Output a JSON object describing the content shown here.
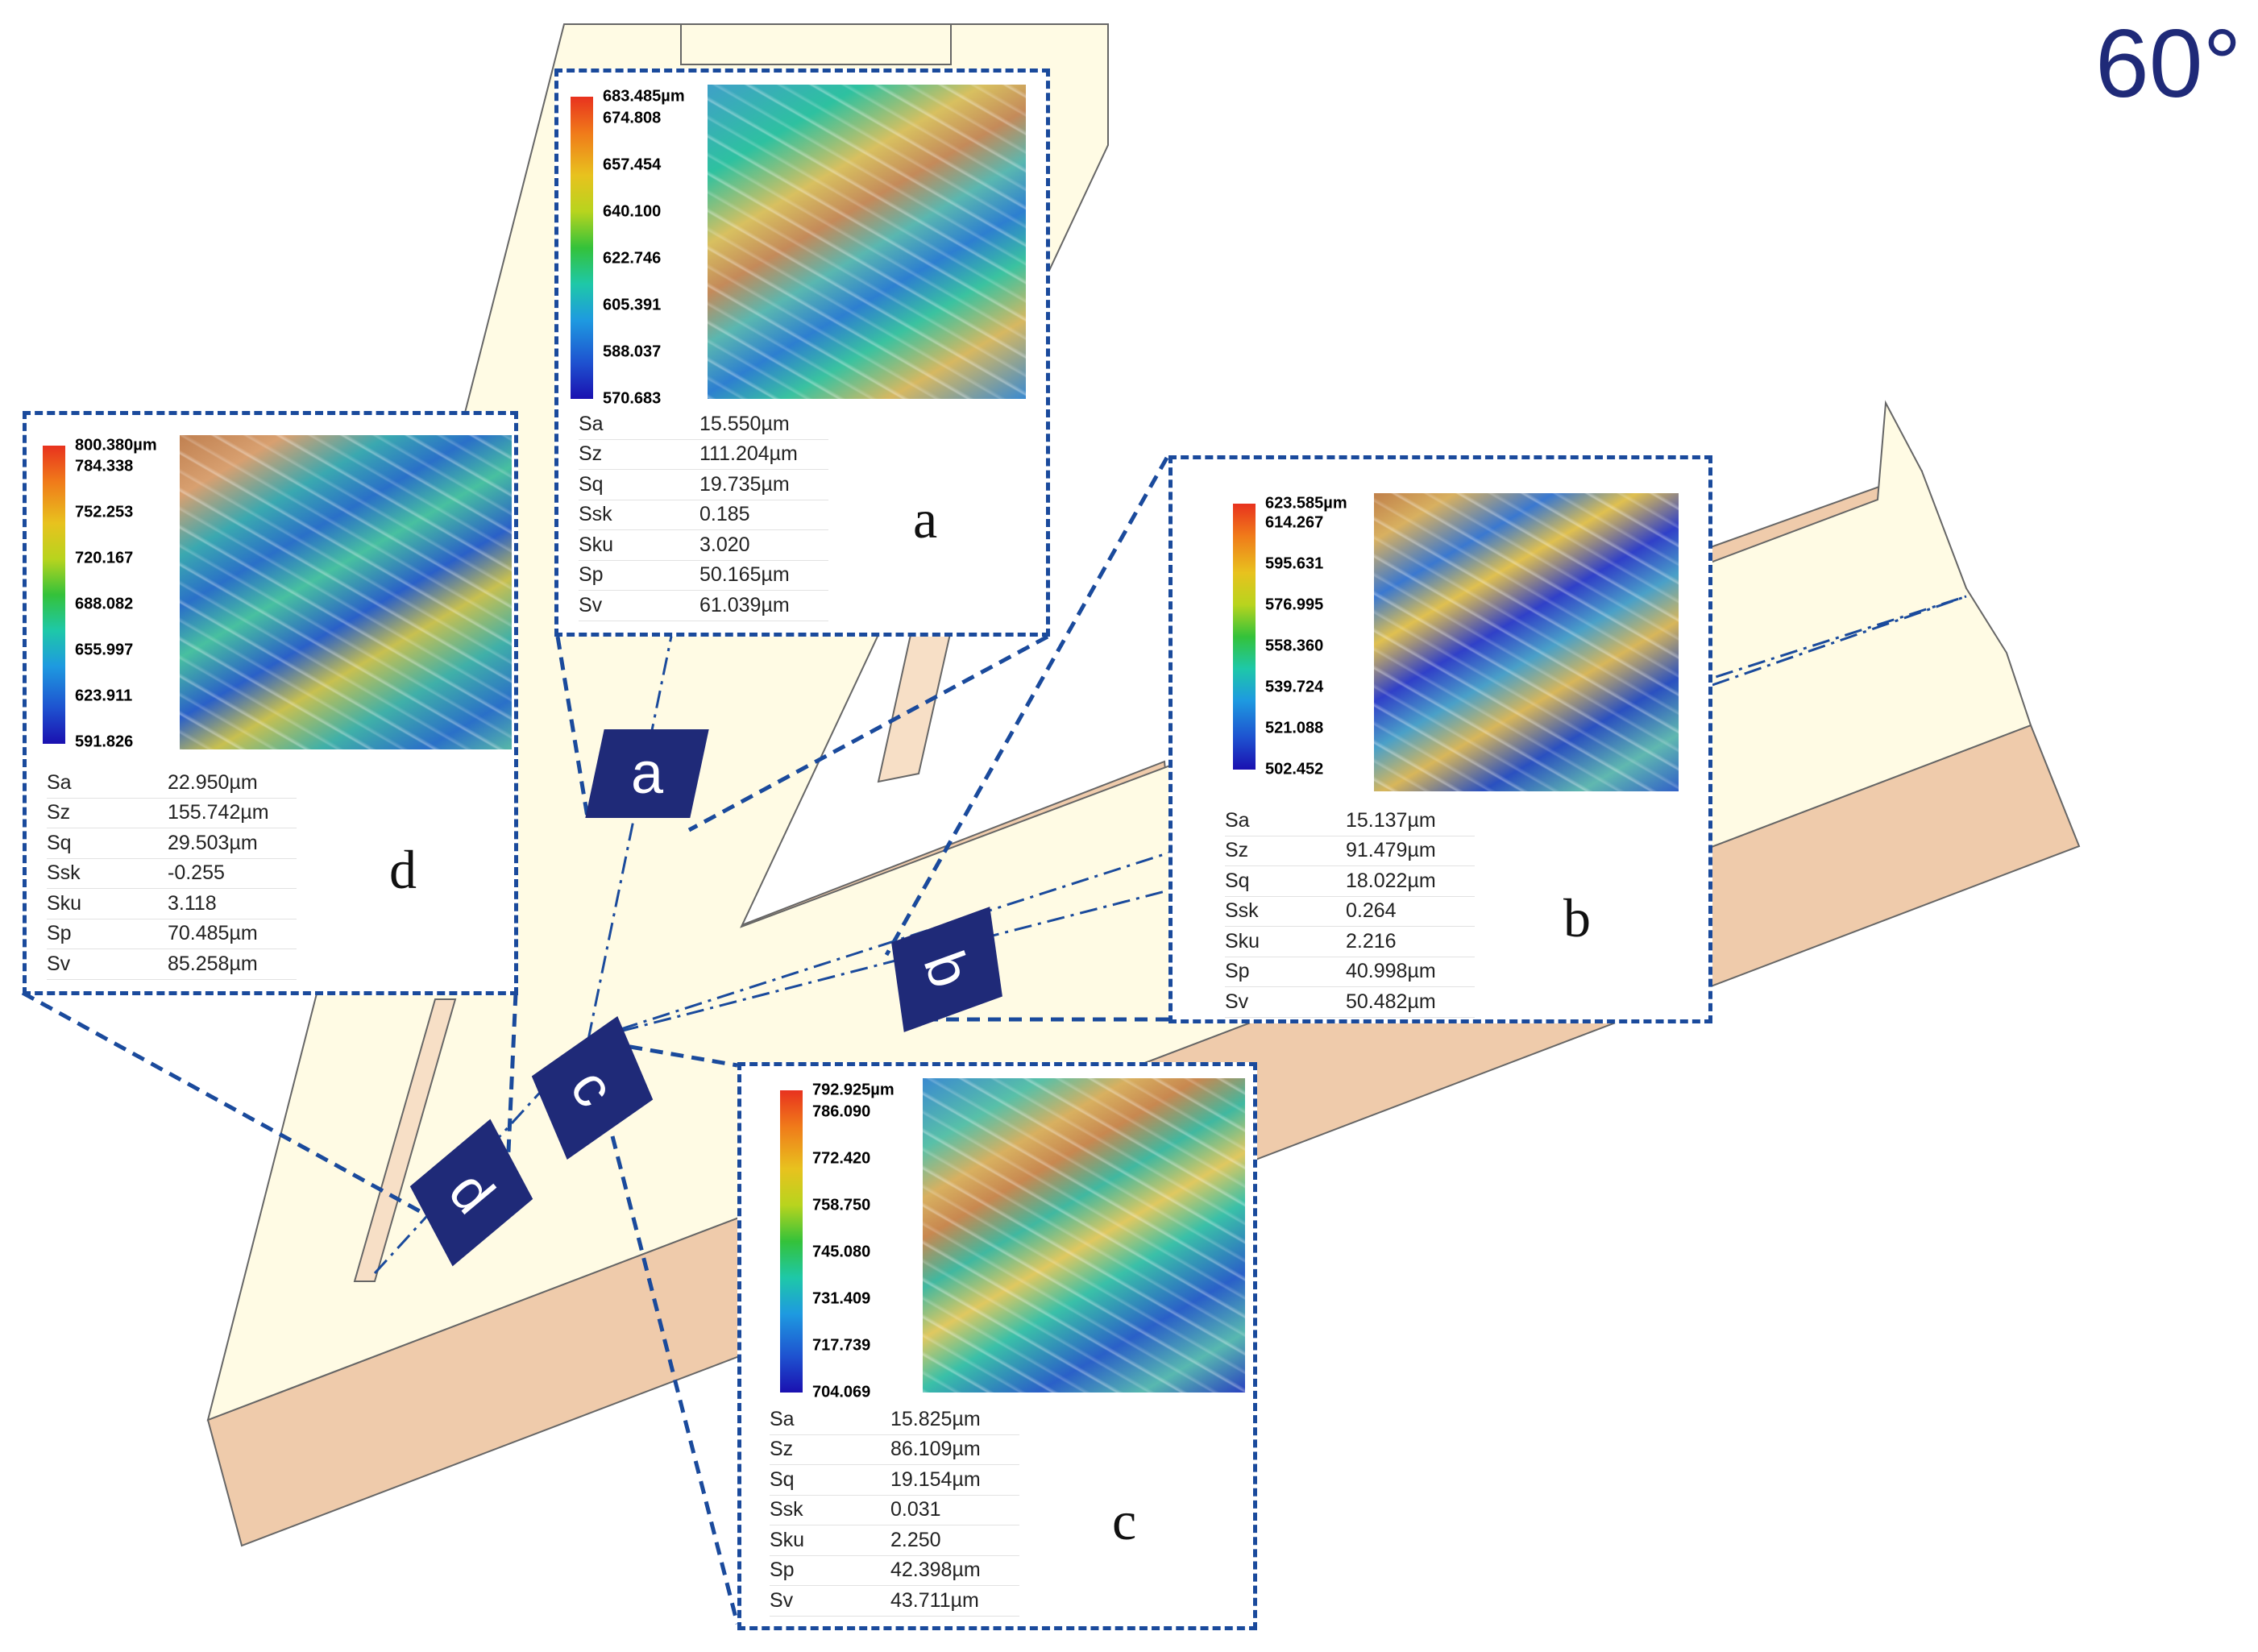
{
  "angle_label": "60°",
  "colors": {
    "block_top": "#fffbe4",
    "block_side": "#efcbab",
    "dash_line": "#1a4a9c",
    "tag_fill": "#1f2a78"
  },
  "panels": {
    "a": {
      "letter": "a",
      "scale": [
        "683.485µm",
        "674.808",
        "657.454",
        "640.100",
        "622.746",
        "605.391",
        "588.037",
        "570.683"
      ],
      "params": [
        {
          "k": "Sa",
          "v": "15.550µm"
        },
        {
          "k": "Sz",
          "v": "111.204µm"
        },
        {
          "k": "Sq",
          "v": "19.735µm"
        },
        {
          "k": "Ssk",
          "v": "0.185"
        },
        {
          "k": "Sku",
          "v": "3.020"
        },
        {
          "k": "Sp",
          "v": "50.165µm"
        },
        {
          "k": "Sv",
          "v": "61.039µm"
        }
      ]
    },
    "b": {
      "letter": "b",
      "scale": [
        "623.585µm",
        "614.267",
        "595.631",
        "576.995",
        "558.360",
        "539.724",
        "521.088",
        "502.452"
      ],
      "params": [
        {
          "k": "Sa",
          "v": "15.137µm"
        },
        {
          "k": "Sz",
          "v": "91.479µm"
        },
        {
          "k": "Sq",
          "v": "18.022µm"
        },
        {
          "k": "Ssk",
          "v": "0.264"
        },
        {
          "k": "Sku",
          "v": "2.216"
        },
        {
          "k": "Sp",
          "v": "40.998µm"
        },
        {
          "k": "Sv",
          "v": "50.482µm"
        }
      ]
    },
    "c": {
      "letter": "c",
      "scale": [
        "792.925µm",
        "786.090",
        "772.420",
        "758.750",
        "745.080",
        "731.409",
        "717.739",
        "704.069"
      ],
      "params": [
        {
          "k": "Sa",
          "v": "15.825µm"
        },
        {
          "k": "Sz",
          "v": "86.109µm"
        },
        {
          "k": "Sq",
          "v": "19.154µm"
        },
        {
          "k": "Ssk",
          "v": "0.031"
        },
        {
          "k": "Sku",
          "v": "2.250"
        },
        {
          "k": "Sp",
          "v": "42.398µm"
        },
        {
          "k": "Sv",
          "v": "43.711µm"
        }
      ]
    },
    "d": {
      "letter": "d",
      "scale": [
        "800.380µm",
        "784.338",
        "752.253",
        "720.167",
        "688.082",
        "655.997",
        "623.911",
        "591.826"
      ],
      "params": [
        {
          "k": "Sa",
          "v": "22.950µm"
        },
        {
          "k": "Sz",
          "v": "155.742µm"
        },
        {
          "k": "Sq",
          "v": "29.503µm"
        },
        {
          "k": "Ssk",
          "v": "-0.255"
        },
        {
          "k": "Sku",
          "v": "3.118"
        },
        {
          "k": "Sp",
          "v": "70.485µm"
        },
        {
          "k": "Sv",
          "v": "85.258µm"
        }
      ]
    }
  },
  "tags": {
    "a": "a",
    "b": "b",
    "c": "c",
    "d": "d"
  }
}
